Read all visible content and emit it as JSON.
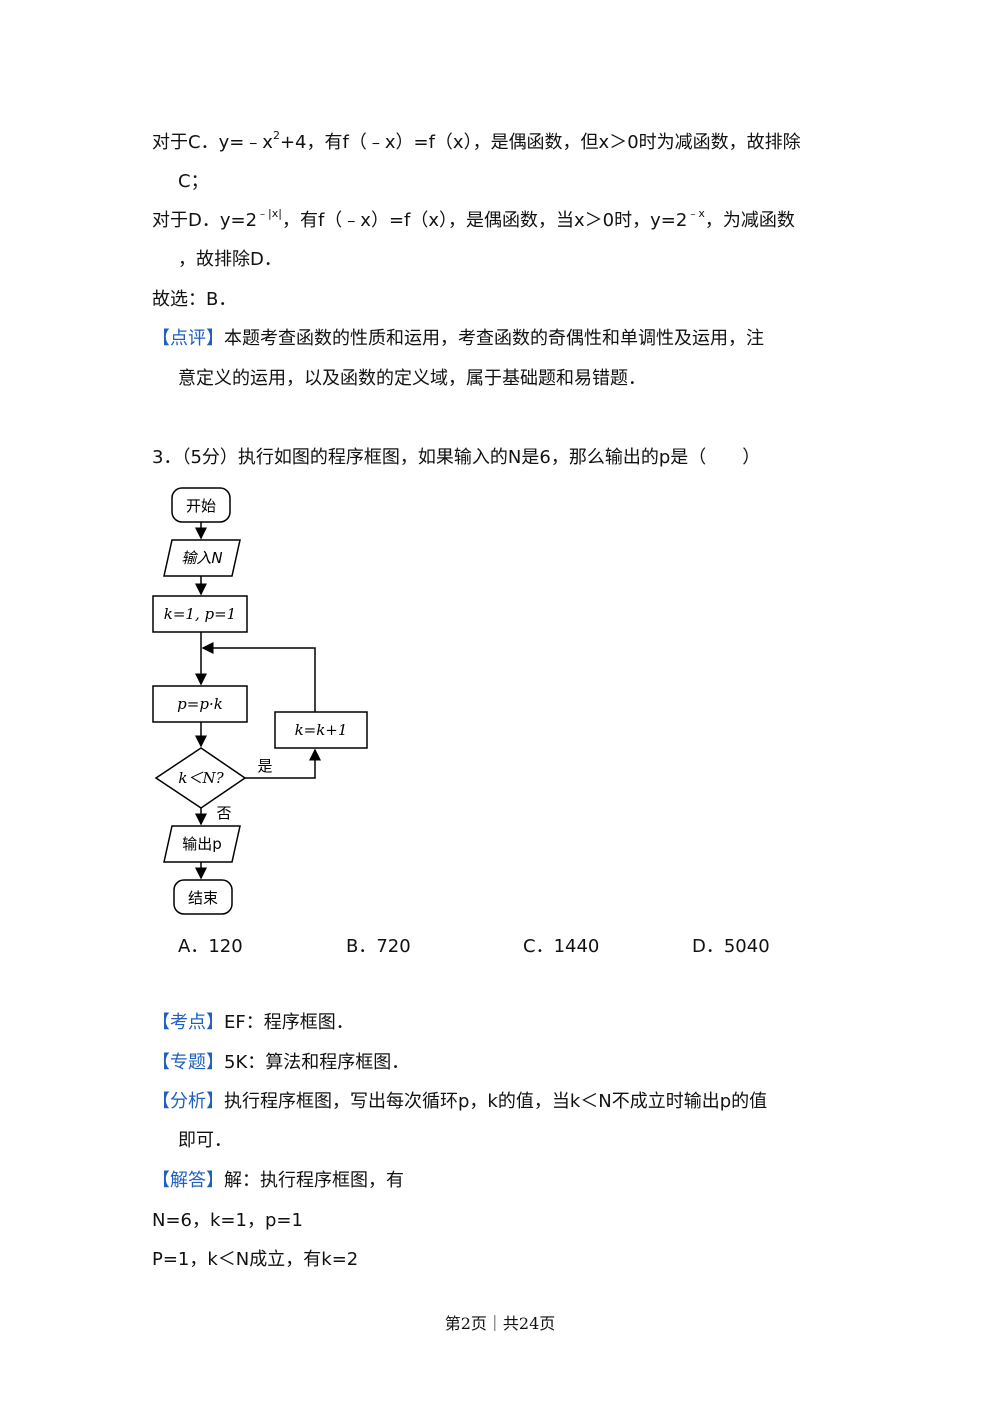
{
  "solution_top": {
    "c_prefix": "对于C．y=﹣x",
    "c_sup": "2",
    "c_rest": "+4，有f（﹣x）=f（x），是偶函数，但x＞0时为减函数，故排除",
    "c_cont": "C；",
    "d_prefix": "对于D．y=2",
    "d_sup": "﹣|x|",
    "d_mid": "，有f（﹣x）=f（x），是偶函数，当x＞0时，y=2",
    "d_sup2": "﹣x",
    "d_rest": "，为减函数",
    "d_cont": "，故排除D．",
    "answer": "故选：B．",
    "review_tag": "【点评】",
    "review_text": "本题考查函数的性质和运用，考查函数的奇偶性和单调性及运用，注",
    "review_cont": "意定义的运用，以及函数的定义域，属于基础题和易错题．"
  },
  "question": {
    "text": "3．（5分）执行如图的程序框图，如果输入的N是6，那么输出的p是（　　）",
    "flowchart": {
      "start": "开始",
      "input": "输入N",
      "init": "k=1, p=1",
      "process": "p=p·k",
      "increment": "k=k+1",
      "decision": "k＜N?",
      "yes": "是",
      "no": "否",
      "output": "输出p",
      "end": "结束"
    },
    "choices": [
      "A．120",
      "B．720",
      "C．1440",
      "D．5040"
    ]
  },
  "analysis": {
    "kaodian_tag": "【考点】",
    "kaodian_text": "EF：程序框图．",
    "zhuanti_tag": "【专题】",
    "zhuanti_text": "5K：算法和程序框图．",
    "fenxi_tag": "【分析】",
    "fenxi_text": "执行程序框图，写出每次循环p，k的值，当k＜N不成立时输出p的值",
    "fenxi_cont": "即可．",
    "jieda_tag": "【解答】",
    "jieda_text": "解：执行程序框图，有",
    "step1": "N=6，k=1，p=1",
    "step2": "P=1，k＜N成立，有k=2"
  },
  "footer": "第2页｜共24页"
}
